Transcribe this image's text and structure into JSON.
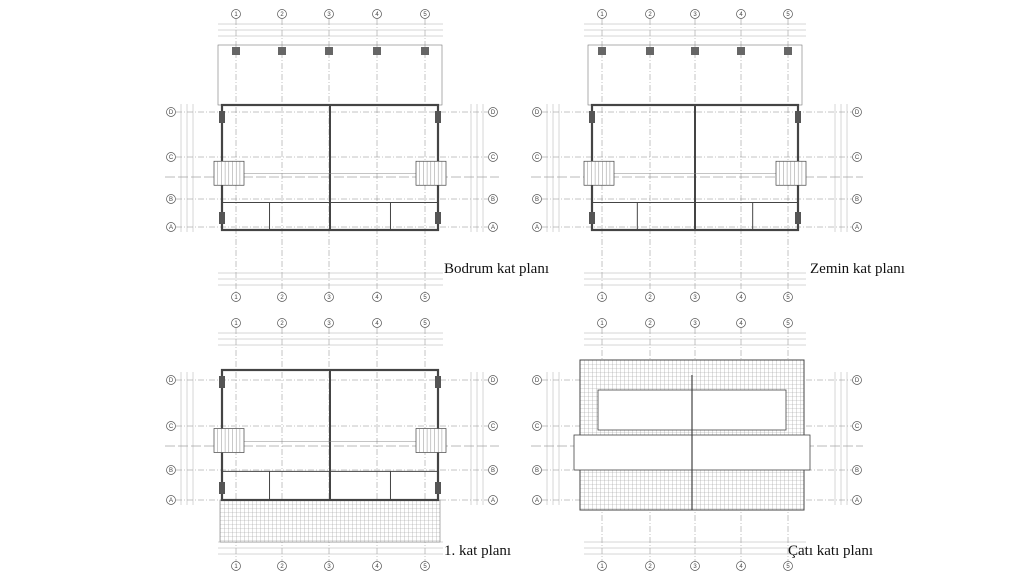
{
  "plans": [
    {
      "id": "bodrum",
      "title": "Bodrum kat planı"
    },
    {
      "id": "zemin",
      "title": "Zemin kat planı"
    },
    {
      "id": "birinci",
      "title": "1. kat planı"
    },
    {
      "id": "cati",
      "title": "Çatı katı planı"
    }
  ],
  "grid": {
    "columns": [
      "1",
      "2",
      "3",
      "4",
      "5"
    ],
    "rows": [
      "D",
      "C",
      "B",
      "A"
    ]
  },
  "colors": {
    "line": "#555555",
    "wall": "#444444",
    "hatch": "#9a9a9a"
  }
}
